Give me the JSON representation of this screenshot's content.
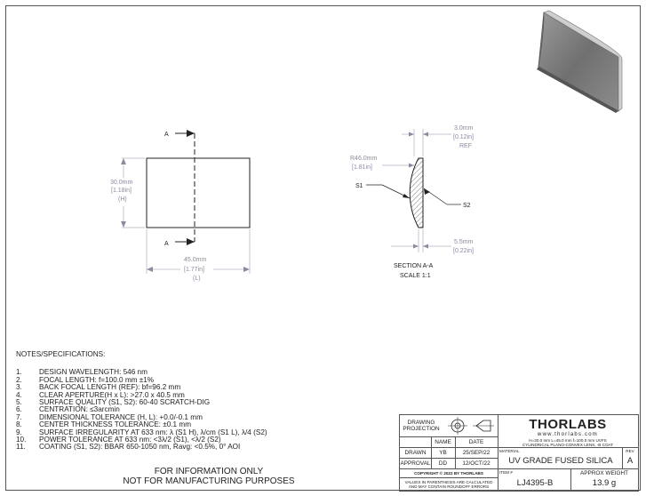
{
  "front_view": {
    "section_label": "A",
    "height_mm": "30.0mm",
    "height_in": "[1.18in]",
    "height_sym": "(H)",
    "length_mm": "45.0mm",
    "length_in": "[1.77in]",
    "length_sym": "(L)"
  },
  "section_view": {
    "ct_mm": "3.0mm",
    "ct_in": "[0.12in]",
    "ct_ref": "REF",
    "radius_mm": "R46.0mm",
    "radius_in": "[1.81in]",
    "s1": "S1",
    "s2": "S2",
    "et_mm": "5.5mm",
    "et_in": "[0.22in]",
    "caption": "SECTION A-A",
    "scale": "SCALE 1:1"
  },
  "notes": {
    "title": "NOTES/SPECIFICATIONS:",
    "items": [
      {
        "num": "1.",
        "text": "DESIGN WAVELENGTH: 546 nm"
      },
      {
        "num": "2.",
        "text": "FOCAL LENGTH: f=100.0 mm ±1%"
      },
      {
        "num": "3.",
        "text": "BACK FOCAL LENGTH (REF): bf=96.2 mm"
      },
      {
        "num": "4.",
        "text": "CLEAR APERTURE(H x L): >27.0 x 40.5 mm"
      },
      {
        "num": "5.",
        "text": "SURFACE QUALITY (S1, S2): 60-40 SCRATCH-DIG"
      },
      {
        "num": "6.",
        "text": "CENTRATION: ≤3arcmin"
      },
      {
        "num": "7.",
        "text": "DIMENSIONAL TOLERANCE (H, L): +0.0/-0.1 mm"
      },
      {
        "num": "8.",
        "text": "CENTER THICKNESS TOLERANCE: ±0.1 mm"
      },
      {
        "num": "9.",
        "text": "SURFACE IRREGULARITY AT 633 nm: λ (S1 H), λ/cm (S1 L), λ/4 (S2)"
      },
      {
        "num": "10.",
        "text": "POWER TOLERANCE AT 633 nm: <3λ/2 (S1), <λ/2 (S2)"
      },
      {
        "num": "11.",
        "text": "COATING (S1, S2): BBAR 650-1050 nm, Ravg: <0.5%, 0° AOI"
      }
    ]
  },
  "disclaimer": {
    "line1": "FOR INFORMATION ONLY",
    "line2": "NOT FOR MANUFACTURING PURPOSES"
  },
  "title_block": {
    "projection_label_1": "DRAWING",
    "projection_label_2": "PROJECTION",
    "logo": "THORLABS",
    "website": "www.thorlabs.com",
    "description_1": "H=30.0 mm L=45.0 mm f=100.0 mm UVFS",
    "description_2": "CYLINDRICAL PLANO-CONVEX LENS, -B COAT",
    "col_name": "NAME",
    "col_date": "DATE",
    "drawn_label": "DRAWN",
    "drawn_name": "YB",
    "drawn_date": "25/SEP/22",
    "approval_label": "APPROVAL",
    "approval_name": "DD",
    "approval_date": "12/OCT/22",
    "material_label": "MATERIAL",
    "material": "UV GRADE FUSED SILICA",
    "rev_label": "REV",
    "rev": "A",
    "copyright": "COPYRIGHT © 2022 BY THORLABS",
    "footnote_1": "VALUES IN PARENTHESIS ARE CALCULATED",
    "footnote_2": "AND MAY CONTAIN ROUNDOFF ERRORS",
    "item_label": "ITEM #",
    "item": "LJ4395-B",
    "weight_label": "APPROX WEIGHT",
    "weight": "13.9 g"
  }
}
